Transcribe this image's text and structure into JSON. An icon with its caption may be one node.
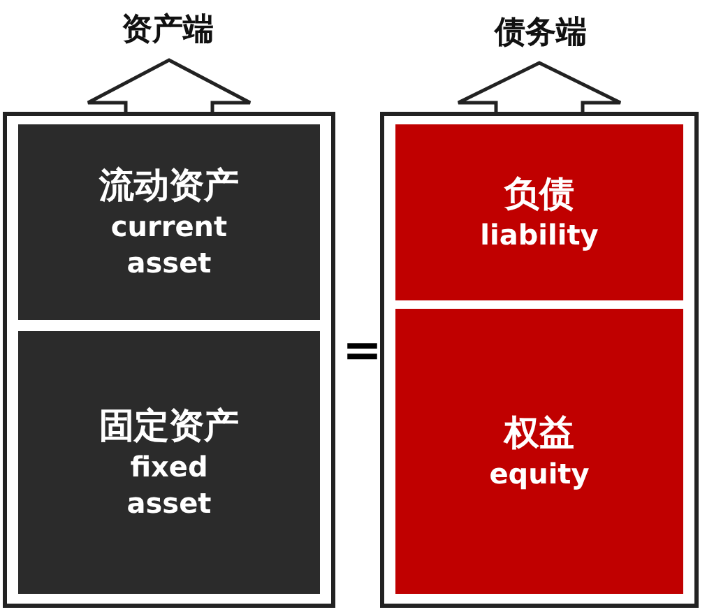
{
  "diagram": {
    "nodes": [
      {
        "text": [
          "资产端"
        ]
      },
      {
        "text": [],
        "shape": "box"
      },
      {
        "text": [
          "流动资产",
          "current asset"
        ],
        "in": 1
      },
      {
        "text": [
          "固定资产",
          "fixed asset"
        ],
        "in": 1
      },
      {
        "text": [
          "债务端"
        ]
      },
      {
        "text": [],
        "shape": "box"
      },
      {
        "text": [
          "负债",
          "liability"
        ],
        "in": 5
      },
      {
        "text": [
          "权益",
          "equity"
        ],
        "in": 5
      }
    ],
    "edges": [
      {
        "from": 1,
        "to": 0,
        "arrow": "to",
        "style": "thick"
      },
      {
        "from": 5,
        "to": 4,
        "arrow": "to",
        "style": "thick"
      }
    ],
    "labels": [
      "="
    ]
  }
}
